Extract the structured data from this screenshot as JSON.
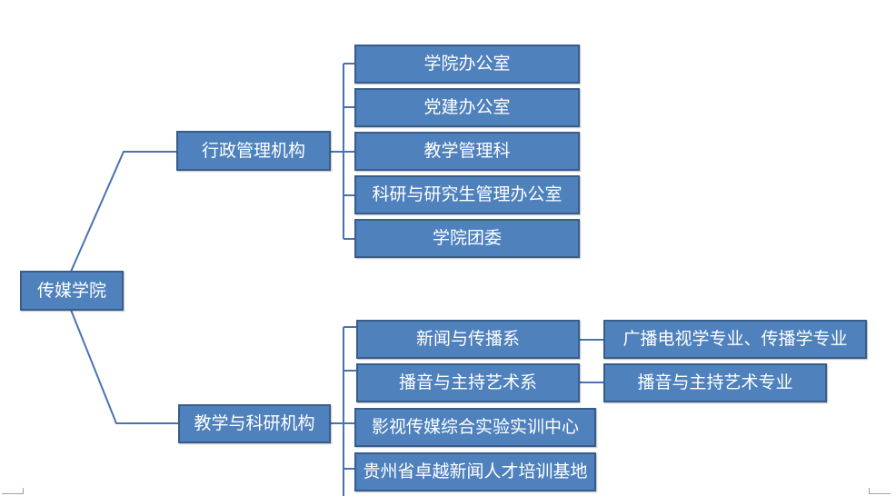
{
  "colors": {
    "node_fill": "#4f81bd",
    "node_border": "#385d8a",
    "connector": "#4a72b0",
    "text": "#ffffff"
  },
  "root": {
    "label": "传媒学院"
  },
  "branches": [
    {
      "label": "行政管理机构",
      "children": [
        {
          "label": "学院办公室"
        },
        {
          "label": "党建办公室"
        },
        {
          "label": "教学管理科"
        },
        {
          "label": "科研与研究生管理办公室"
        },
        {
          "label": "学院团委"
        }
      ]
    },
    {
      "label": "教学与科研机构",
      "children": [
        {
          "label": "新闻与传播系",
          "majors": "广播电视学专业、传播学专业"
        },
        {
          "label": "播音与主持艺术系",
          "majors": "播音与主持艺术专业"
        },
        {
          "label": "影视传媒综合实验实训中心"
        },
        {
          "label": "贵州省卓越新闻人才培训基地"
        }
      ]
    }
  ]
}
